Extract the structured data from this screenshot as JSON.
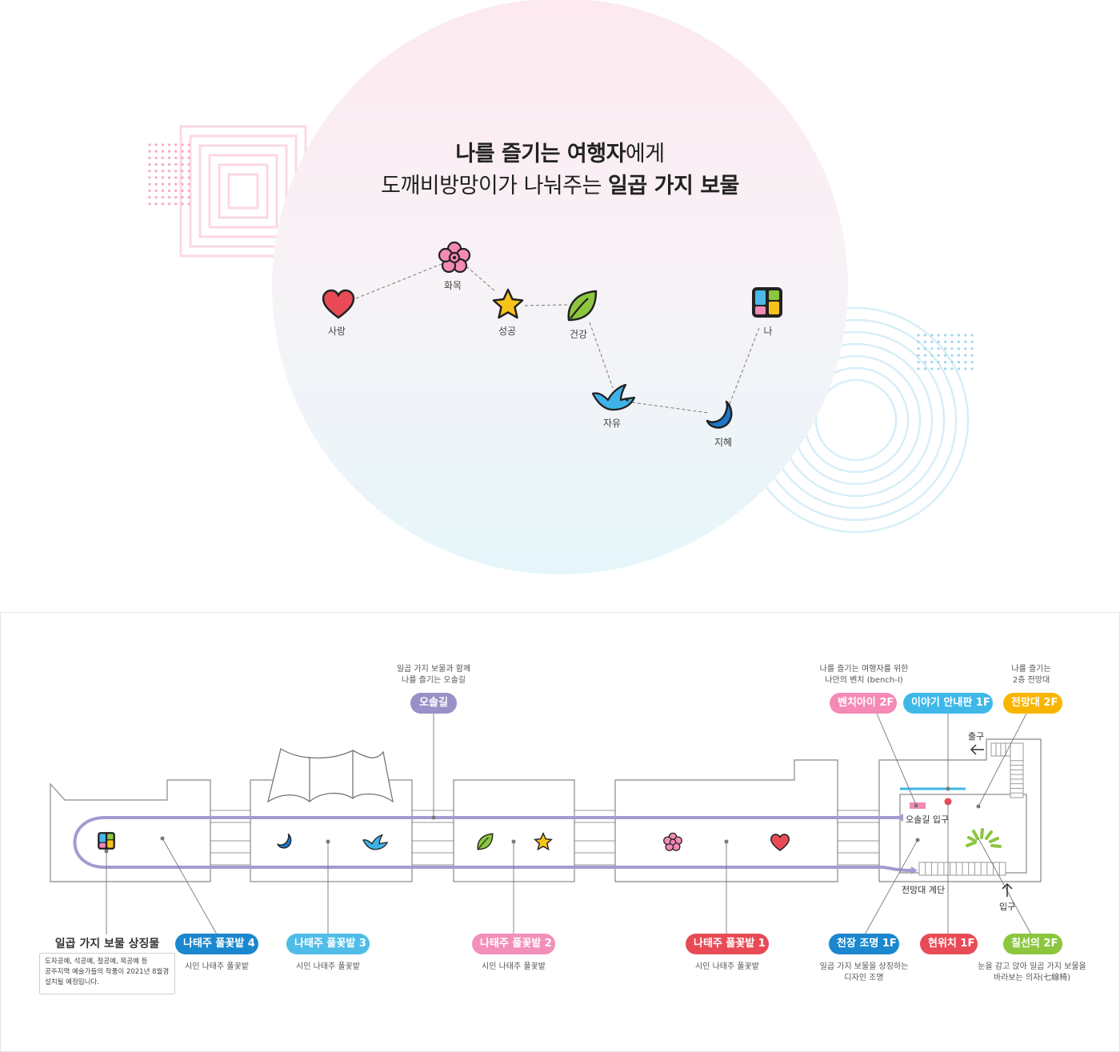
{
  "headline": {
    "line1_part1": "나를 즐기는 여행자",
    "line1_part2": "에게",
    "line2_part1": "도깨비방망이가 나눠주는 ",
    "line2_part2": "일곱 가지 보물"
  },
  "constellation": [
    {
      "label": "사랑",
      "icon": "heart-icon",
      "color": "#e84b55"
    },
    {
      "label": "화목",
      "icon": "flower-icon",
      "color": "#f48ab5"
    },
    {
      "label": "성공",
      "icon": "star-icon",
      "color": "#f7c21a"
    },
    {
      "label": "건강",
      "icon": "leaf-icon",
      "color": "#8cc63f"
    },
    {
      "label": "자유",
      "icon": "bird-icon",
      "color": "#3fb3e8"
    },
    {
      "label": "지혜",
      "icon": "moon-icon",
      "color": "#1a77c9"
    },
    {
      "label": "나",
      "icon": "self-block-icon",
      "color": "#4ab8e8"
    }
  ],
  "map": {
    "osolgil": {
      "caption_1": "일곱 가지 보물과 함께",
      "caption_2": "나를 즐기는 오솔길",
      "label": "오솔길",
      "color": "#9b8fc7"
    },
    "bench": {
      "caption_1": "나를 즐기는 여행자를 위한",
      "caption_2": "나만의 벤치 (bench-I)",
      "label": "벤치아이 2F",
      "color": "#f48ab5"
    },
    "story": {
      "label": "이야기 안내판 1F",
      "color": "#3fb8e8"
    },
    "viewpoint": {
      "caption_1": "나를 즐기는",
      "caption_2": "2층 전망대",
      "label": "전망대 2F",
      "color": "#f7b500"
    },
    "exit_label": "출구",
    "entrance_label": "입구",
    "path_entrance_label": "오솔길 입구",
    "stairs_label": "전망대 계단",
    "symbol": {
      "title": "일곱 가지 보물 상징물",
      "desc_1": "도자공예, 석공예, 철공예, 목공예 등",
      "desc_2": "공주지역 예술가들의 작품이 2021년 8월경",
      "desc_3": "설치될 예정입니다."
    },
    "garden4": {
      "label": "나태주 풀꽃밭 4",
      "caption": "시인 나태주 풀꽃밭",
      "color": "#1a87cf"
    },
    "garden3": {
      "label": "나태주 풀꽃밭 3",
      "caption": "시인 나태주 풀꽃밭",
      "color": "#4fbde8"
    },
    "garden2": {
      "label": "나태주 풀꽃밭 2",
      "caption": "시인 나태주 풀꽃밭",
      "color": "#f390b9"
    },
    "garden1": {
      "label": "나태주 풀꽃밭 1",
      "caption": "시인 나태주 풀꽃밭",
      "color": "#e84b55"
    },
    "ceiling": {
      "label": "천장 조명 1F",
      "caption_1": "일곱 가지 보물을 상징하는",
      "caption_2": "디자인 조명",
      "color": "#1a87cf"
    },
    "current": {
      "label": "현위치 1F",
      "color": "#e84b55"
    },
    "chair": {
      "label": "칠선의 2F",
      "caption_1": "눈을 감고 앉아 일곱 가지 보물을",
      "caption_2": "바라보는 의자(七線椅)",
      "color": "#8cc63f"
    }
  }
}
